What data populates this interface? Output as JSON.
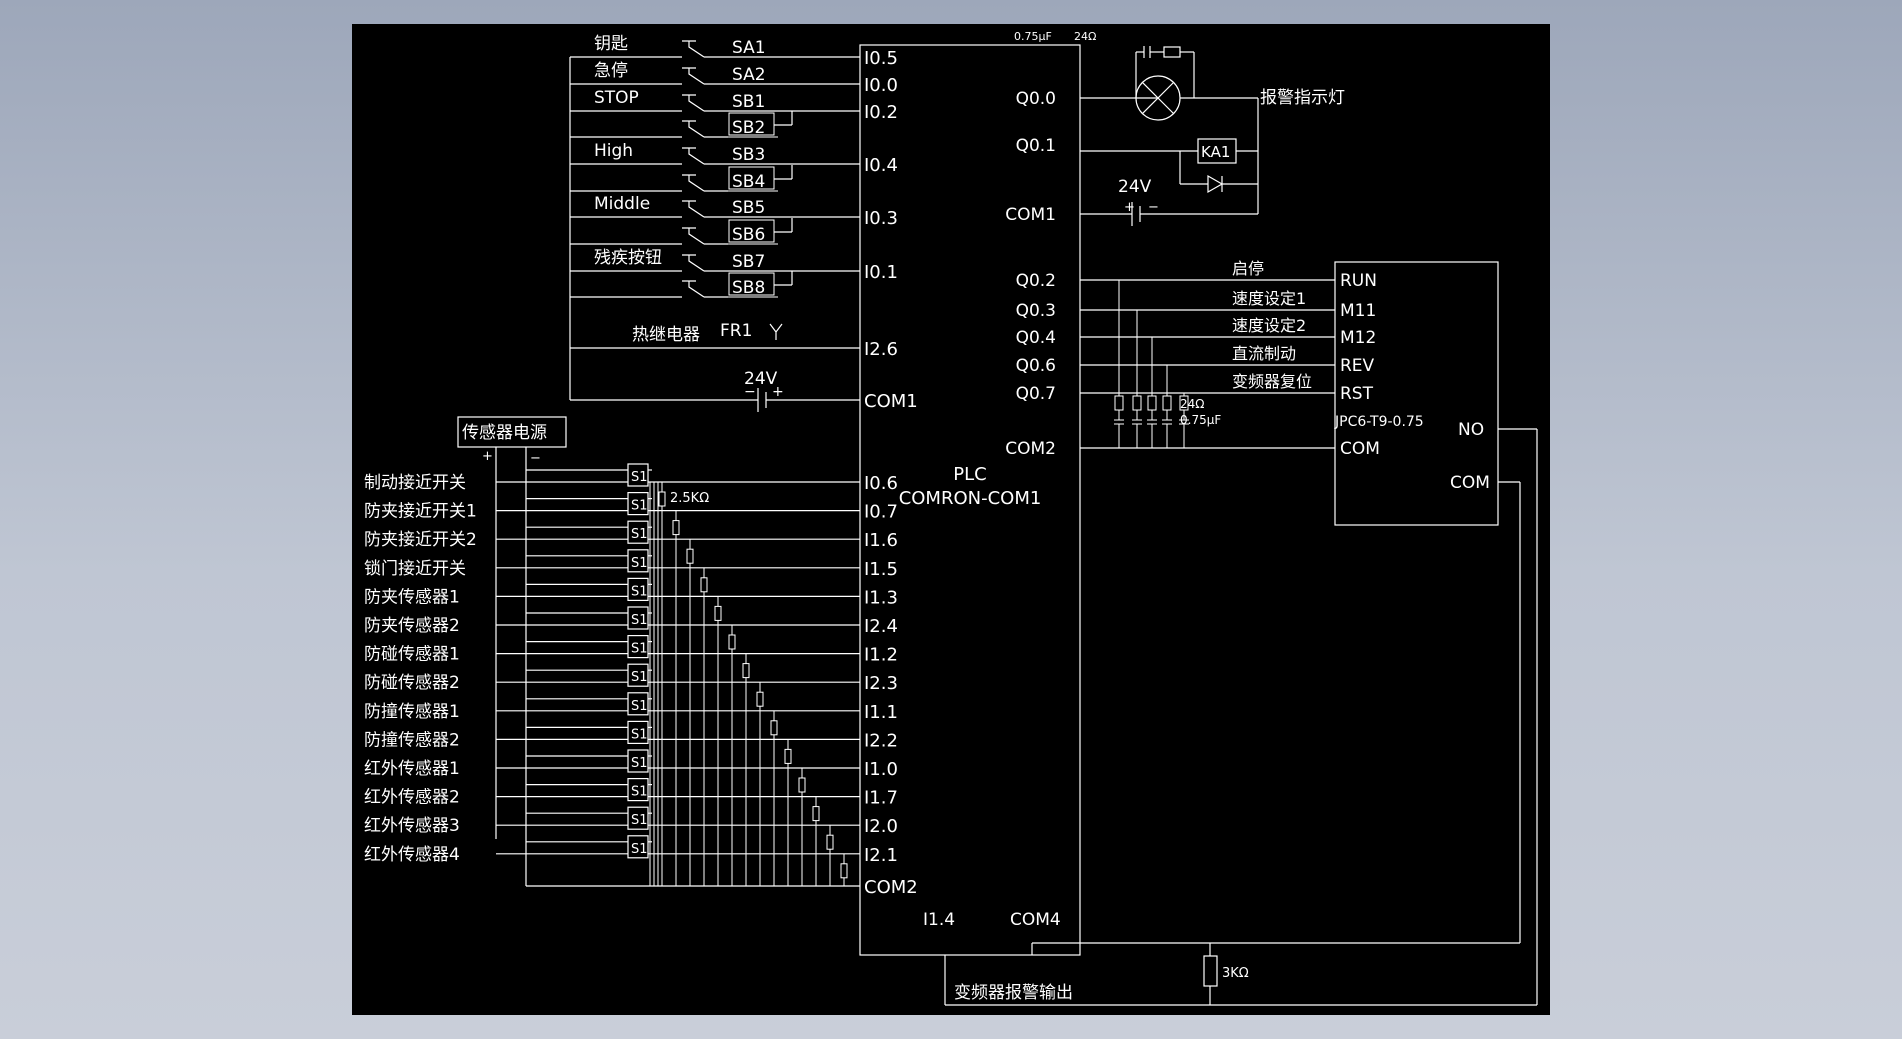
{
  "plc": {
    "title": "PLC",
    "model": "COMRON-COM1"
  },
  "left_inputs": [
    {
      "label": "钥匙",
      "switch": "SA1",
      "terminal": "I0.5"
    },
    {
      "label": "急停",
      "switch": "SA2",
      "terminal": "I0.0"
    },
    {
      "label": "STOP",
      "switch": "SB1",
      "terminal": "I0.2"
    },
    {
      "label": "",
      "switch": "SB2",
      "terminal": ""
    },
    {
      "label": "High",
      "switch": "SB3",
      "terminal": "I0.4"
    },
    {
      "label": "",
      "switch": "SB4",
      "terminal": ""
    },
    {
      "label": "Middle",
      "switch": "SB5",
      "terminal": "I0.3"
    },
    {
      "label": "",
      "switch": "SB6",
      "terminal": ""
    },
    {
      "label": "残疾按钮",
      "switch": "SB7",
      "terminal": "I0.1"
    },
    {
      "label": "",
      "switch": "SB8",
      "terminal": ""
    }
  ],
  "thermal_relay": {
    "label": "热继电器",
    "switch": "FR1",
    "terminal": "I2.6"
  },
  "left_com1": {
    "voltage": "24V",
    "terminal": "COM1",
    "plus": "+",
    "minus": "−"
  },
  "sensor_power": {
    "label": "传感器电源",
    "plus": "+",
    "minus": "−"
  },
  "sensors": [
    {
      "label": "制动接近开关",
      "terminal": "I0.6"
    },
    {
      "label": "防夹接近开关1",
      "terminal": "I0.7"
    },
    {
      "label": "防夹接近开关2",
      "terminal": "I1.6"
    },
    {
      "label": "锁门接近开关",
      "terminal": "I1.5"
    },
    {
      "label": "防夹传感器1",
      "terminal": "I1.3"
    },
    {
      "label": "防夹传感器2",
      "terminal": "I2.4"
    },
    {
      "label": "防碰传感器1",
      "terminal": "I1.2"
    },
    {
      "label": "防碰传感器2",
      "terminal": "I2.3"
    },
    {
      "label": "防撞传感器1",
      "terminal": "I1.1"
    },
    {
      "label": "防撞传感器2",
      "terminal": "I2.2"
    },
    {
      "label": "红外传感器1",
      "terminal": "I1.0"
    },
    {
      "label": "红外传感器2",
      "terminal": "I1.7"
    },
    {
      "label": "红外传感器3",
      "terminal": "I2.0"
    },
    {
      "label": "红外传感器4",
      "terminal": "I2.1"
    }
  ],
  "sensor_symbol": "S1",
  "sensor_resistor": "2.5KΩ",
  "left_com2": "COM2",
  "bottom": {
    "i14": "I1.4",
    "com4": "COM4",
    "resistor": "3KΩ",
    "label": "变频器报警输出"
  },
  "outputs_top": {
    "q00": "Q0.0",
    "q01": "Q0.1",
    "com1": "COM1",
    "cap": "0.75μF",
    "res": "24Ω",
    "alarm_lamp": "报警指示灯",
    "relay": "KA1",
    "voltage": "24V",
    "plus": "+",
    "minus": "−"
  },
  "vfd_outputs": [
    {
      "terminal": "Q0.2",
      "signal": "启停",
      "vfd": "RUN"
    },
    {
      "terminal": "Q0.3",
      "signal": "速度设定1",
      "vfd": "M11"
    },
    {
      "terminal": "Q0.4",
      "signal": "速度设定2",
      "vfd": "M12"
    },
    {
      "terminal": "Q0.6",
      "signal": "直流制动",
      "vfd": "REV"
    },
    {
      "terminal": "Q0.7",
      "signal": "变频器复位",
      "vfd": "RST"
    }
  ],
  "right_com2": "COM2",
  "rc_labels": {
    "res": "24Ω",
    "cap": "0.75μF"
  },
  "vfd": {
    "model": "JPC6-T9-0.75",
    "com": "COM",
    "no": "NO",
    "com2": "COM"
  }
}
